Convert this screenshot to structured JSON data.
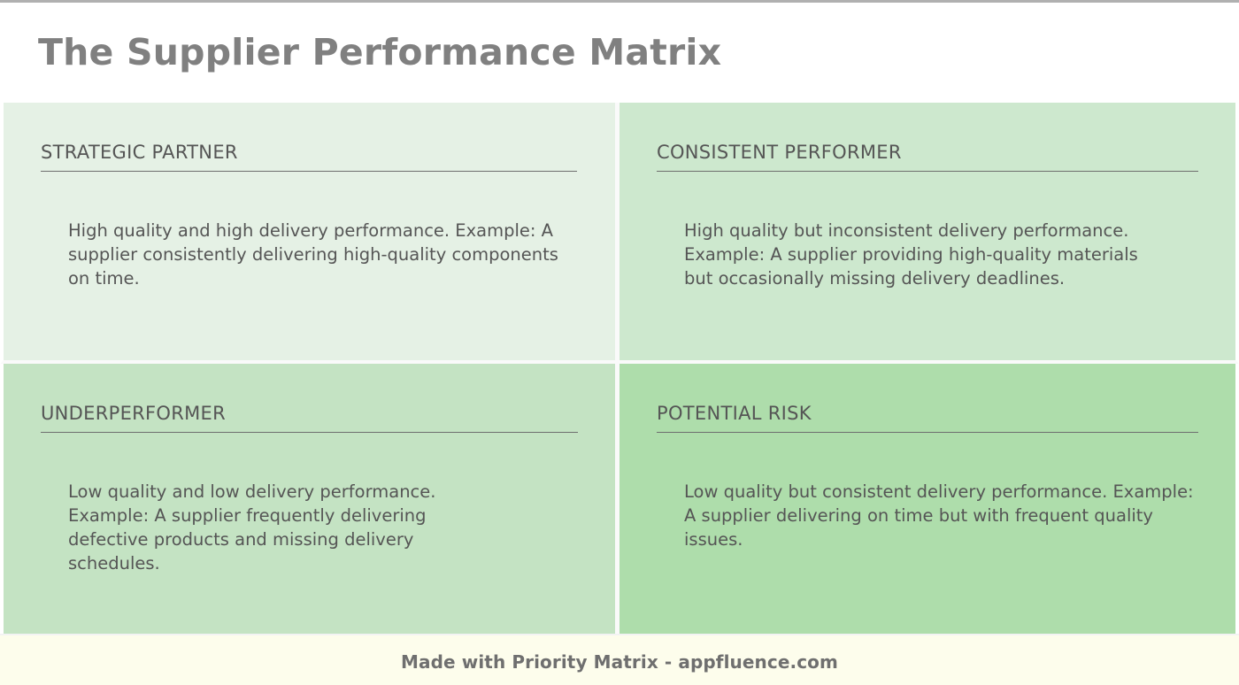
{
  "header": {
    "title": "The Supplier Performance Matrix"
  },
  "colors": {
    "title_text": "#808080",
    "quadrant_text": "#555555",
    "quadrant_top_left_bg": "#e5f1e5",
    "quadrant_top_right_bg": "#cde8ce",
    "quadrant_bottom_left_bg": "#c4e3c3",
    "quadrant_bottom_right_bg": "#aeddab",
    "footer_bg": "#fdfdec",
    "footer_text": "#6f6f6f",
    "divider": "#6e6e6e"
  },
  "matrix": {
    "quadrants": [
      {
        "id": "strategic-partner",
        "position": "top-left",
        "title": "STRATEGIC PARTNER",
        "body": "High quality and high delivery performance. Example: A supplier consistently delivering high-quality components on time."
      },
      {
        "id": "consistent-performer",
        "position": "top-right",
        "title": "CONSISTENT PERFORMER",
        "body": "High quality but inconsistent delivery performance. Example: A supplier providing high-quality materials but occasionally missing delivery deadlines."
      },
      {
        "id": "underperformer",
        "position": "bottom-left",
        "title": "UNDERPERFORMER",
        "body": "Low quality and low delivery performance. Example: A supplier frequently delivering defective products and missing delivery schedules."
      },
      {
        "id": "potential-risk",
        "position": "bottom-right",
        "title": "POTENTIAL RISK",
        "body": "Low quality but consistent delivery performance. Example: A supplier delivering on time but with frequent quality issues."
      }
    ]
  },
  "footer": {
    "text": "Made with Priority Matrix - appfluence.com"
  }
}
